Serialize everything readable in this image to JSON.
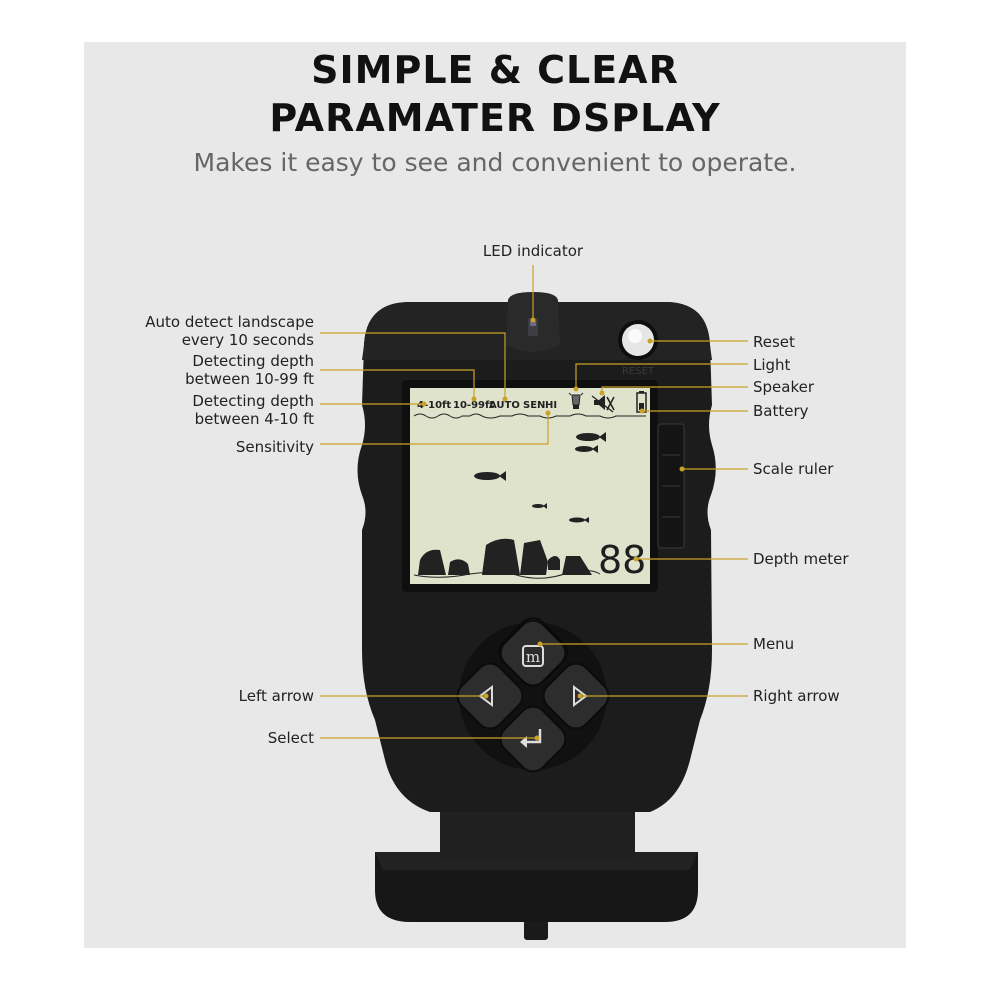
{
  "header": {
    "title_line1": "SIMPLE & CLEAR",
    "title_line2": "PARAMATER DSPLAY",
    "subtitle": "Makes it easy to see and convenient to operate."
  },
  "device": {
    "reset_text": "RESET",
    "screen": {
      "range_low": "4-10ft",
      "range_high": "10-99ft",
      "auto": "AUTO",
      "sen": "SEN",
      "sen_level": "HI",
      "depth_value": "88"
    },
    "menu_key": "m"
  },
  "labels": {
    "led_indicator": "LED indicator",
    "auto_detect_line1": "Auto detect landscape",
    "auto_detect_line2": "every 10 seconds",
    "depth_high_line1": "Detecting depth",
    "depth_high_line2": "between 10-99 ft",
    "depth_low_line1": "Detecting depth",
    "depth_low_line2": "between 4-10 ft",
    "sensitivity": "Sensitivity",
    "left_arrow": "Left arrow",
    "select": "Select",
    "reset": "Reset",
    "light": "Light",
    "speaker": "Speaker",
    "battery": "Battery",
    "scale_ruler": "Scale ruler",
    "depth_meter": "Depth meter",
    "menu": "Menu",
    "right_arrow": "Right arrow"
  },
  "colors": {
    "callout": "#c9a227",
    "device_body": "#1c1c1c",
    "lcd": "#dfe3cc"
  }
}
